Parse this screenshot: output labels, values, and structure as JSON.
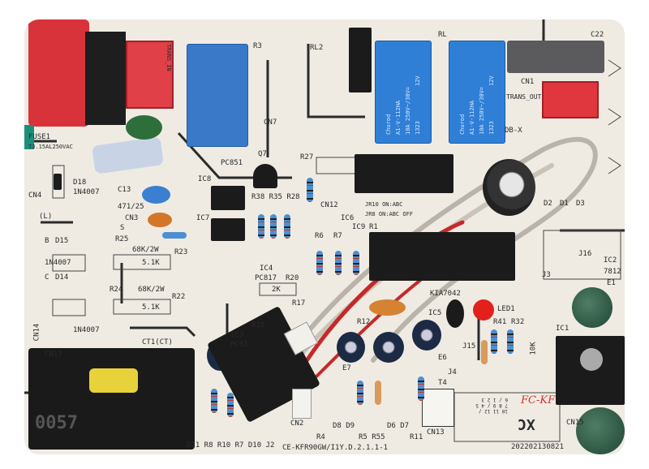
{
  "colors": {
    "board": "#efebe3",
    "relay_blue": "#2f7fd6",
    "fuse_red": "#d8333a",
    "component_black": "#1b1b1b",
    "wire_gray": "#b9b3ab",
    "wire_red": "#c62828",
    "handwriting": "#d0342c"
  },
  "relays": [
    {
      "brand": "Churod",
      "model": "A1-V-112HA",
      "rating": "10A 250V~/30V=",
      "coil": "12V",
      "code": "1323"
    },
    {
      "brand": "Churod",
      "model": "A1-V-112HA",
      "rating": "10A 250V~/30V=",
      "coil": "12V",
      "code": "1323"
    }
  ],
  "transformer_mark": "0057",
  "handwritten": "FC-KF",
  "board_model": "CE-KFR90GW/I1Y.D.2.1.1-1",
  "date_code": "202202130821",
  "silkscreen": {
    "fuse1": "FUSE1",
    "fuse_rating": "T3.15AL250VAC",
    "d18": "D18",
    "d18v": "1N4007",
    "cn4": "CN4",
    "cn3": "CN3",
    "l": "(L)",
    "s": "S",
    "b": "B",
    "d15": "D15",
    "d15v": "1N4007",
    "r25": "R25",
    "r25v": "68K/2W",
    "r23v": "5.1K",
    "r23": "R23",
    "c": "C",
    "d14": "D14",
    "d14v": "1N4007",
    "r24": "R24",
    "r24v": "68K/2W",
    "r22v": "5.1K",
    "r22": "R22",
    "cn14": "CN14",
    "cn17": "CN17",
    "ct1": "CT1(CT)",
    "trans_in": "TRANS_IN",
    "trans_out": "TRANS_OUT",
    "cn1": "CN1",
    "c22": "C22",
    "db": "DB-X",
    "c13": "C13",
    "c13v": "471/25",
    "ic8": "IC8",
    "ic7": "IC7",
    "pc851": "PC851",
    "q7": "Q7",
    "r27": "R27",
    "r38": "R38 R35 R28",
    "cn12": "CN12",
    "cn7": "CN7",
    "rl2": "RL2",
    "r3": "R3",
    "rl": "RL",
    "ic6": "IC6",
    "jr10": "JR10 ON:ABC",
    "jr8": "JR8 ON:ABC OFF",
    "ic9": "IC9",
    "r1": "R1",
    "r6": "R6",
    "r7a": "R7",
    "ic4": "IC4",
    "pc817": "PC817",
    "r20": "R20",
    "r20v": "2K",
    "r17": "R17",
    "r15": "R15",
    "ic3": "IC3",
    "pc81": "PC81",
    "kia": "KIA7042",
    "led1": "LED1",
    "r12": "R12",
    "e7": "E7",
    "ic5": "IC5",
    "e6": "E6",
    "j15": "J15",
    "r41": "R41",
    "r32": "R32",
    "r32v": "10K",
    "j3": "J3",
    "j4": "J4",
    "t4": "T4",
    "cn13": "CN13",
    "ic1": "IC1",
    "ic2": "IC2",
    "v7812": "7812",
    "e1": "E1",
    "cn15": "CN15",
    "j16": "J16",
    "bottom_row": "D11 R8 R10 R7 D10 J2",
    "r4": "R4",
    "d8d9": "D8 D9",
    "r5": "R5 R55",
    "d6d7": "D6 D7",
    "r11": "R11",
    "cn2": "CN2",
    "xc": "XC",
    "grid": "10 11 12 / 7 8 9 / 4 5 6 / 1 2 3",
    "d1": "D1",
    "d2": "D2",
    "d3": "D3"
  }
}
